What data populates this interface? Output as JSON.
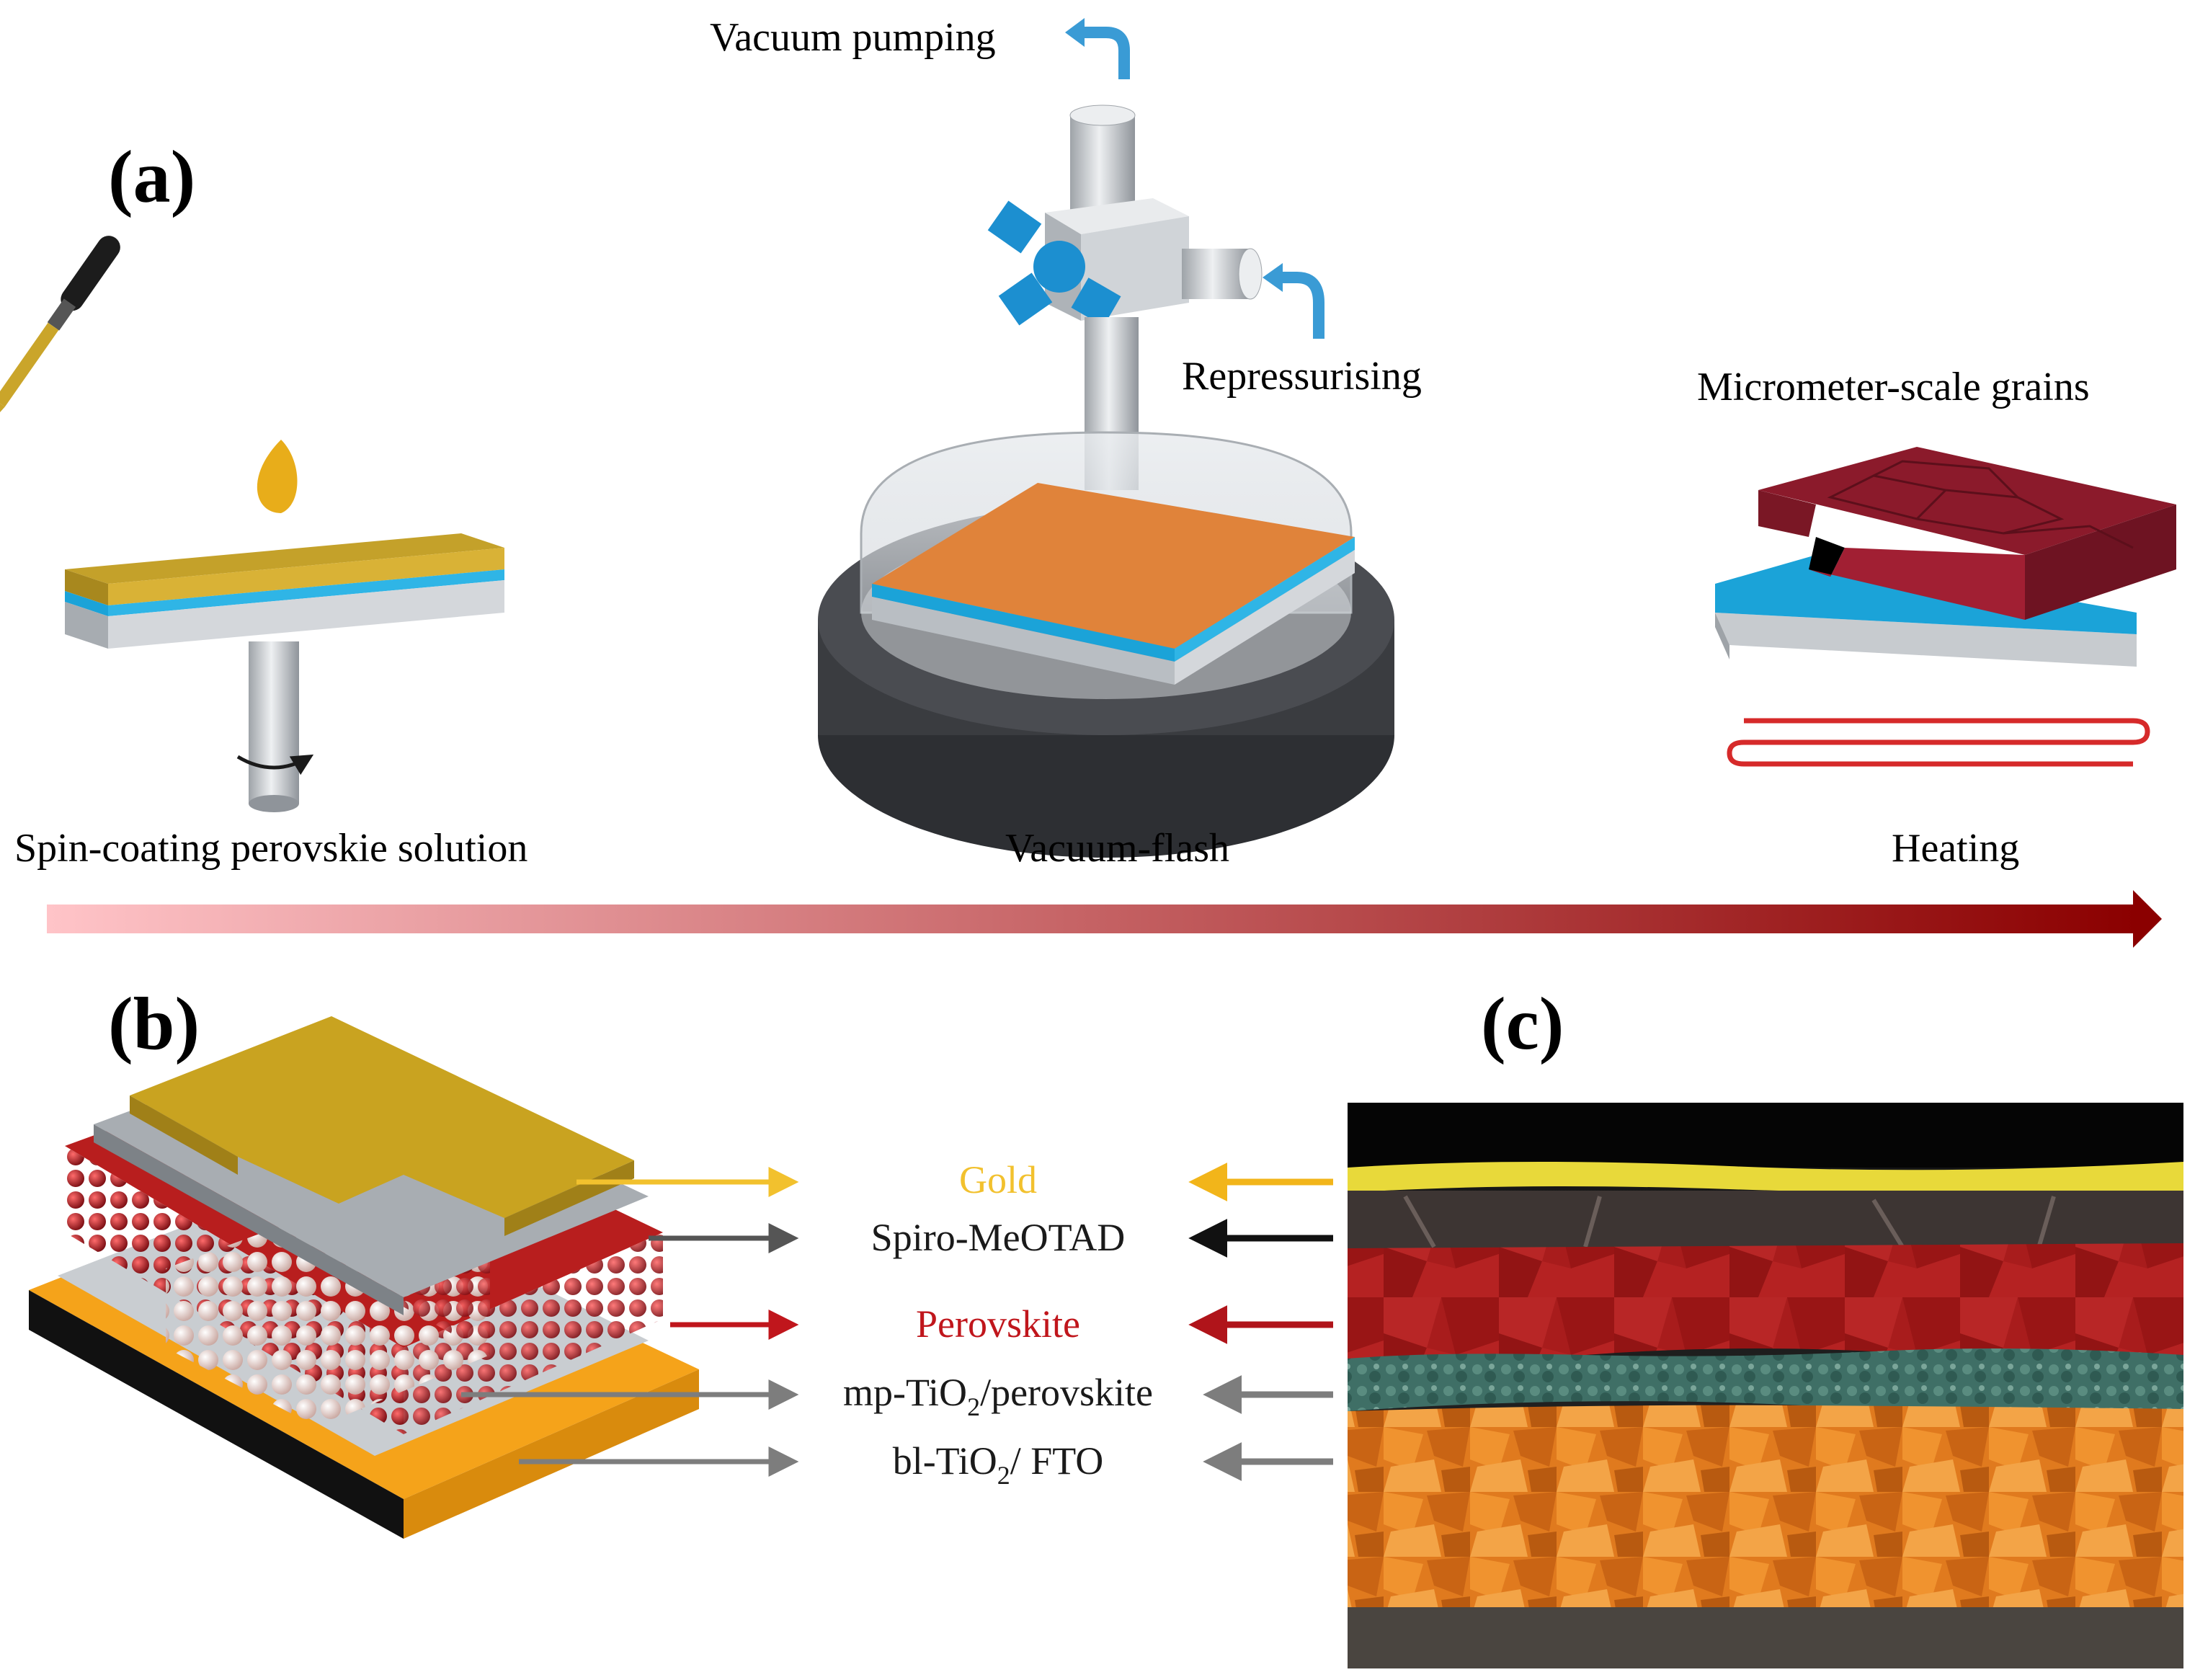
{
  "panels": {
    "a": "(a)",
    "b": "(b)",
    "c": "(c)"
  },
  "panel_a": {
    "vacuum_pumping": "Vacuum pumping",
    "repressurising": "Repressurising",
    "micrometer_grains": "Micrometer-scale grains",
    "steps": [
      "Spin-coating perovskie solution",
      "Vacuum-flash",
      "Heating"
    ]
  },
  "panel_b": {
    "layers": [
      {
        "label": "Gold",
        "color": "#f2c12e"
      },
      {
        "label": "Spiro-MeOTAD",
        "color": "#1a1a1a"
      },
      {
        "label": "Perovskite",
        "color": "#c0161c"
      },
      {
        "label_main": "mp-TiO",
        "label_sub": "2",
        "label_tail": "/perovskite",
        "color": "#1a1a1a"
      },
      {
        "label_main": "bl-TiO",
        "label_sub": "2",
        "label_tail": "/ FTO",
        "color": "#1a1a1a"
      }
    ]
  },
  "colors": {
    "gold": "#c9a320",
    "perovskite_red": "#8b1a2b",
    "tio2_blue": "#1ba3d8",
    "glass_gray": "#c8ccd0",
    "arrow_gradient_start": "#ffc0c4",
    "arrow_gradient_end": "#8b0000",
    "tube_blue": "#3a9bd5"
  }
}
